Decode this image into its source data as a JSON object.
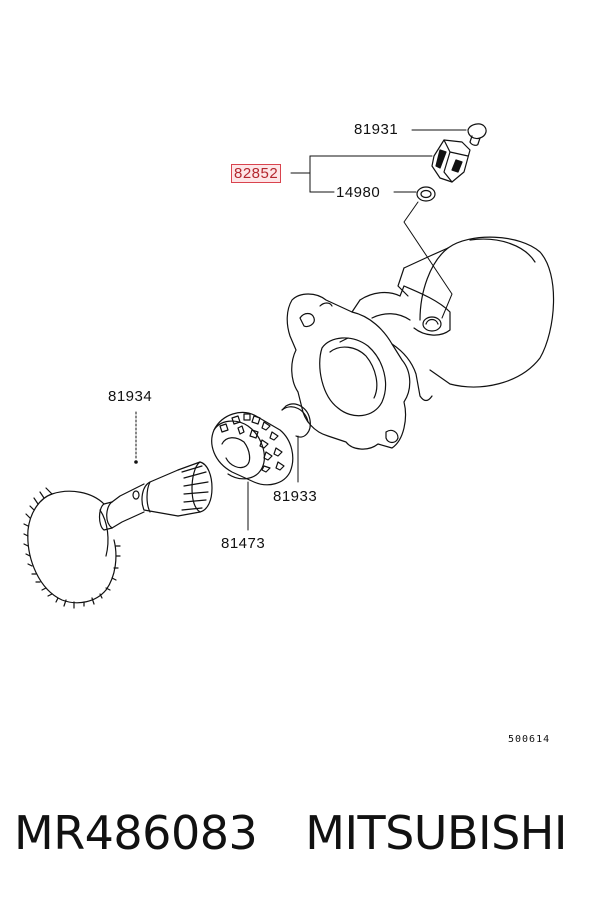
{
  "callouts": {
    "c81931": "81931",
    "c82852": "82852",
    "c14980": "14980",
    "c81934": "81934",
    "c81933": "81933",
    "c81473": "81473"
  },
  "ref_code": "500614",
  "caption": {
    "part_number": "MR486083",
    "brand": "MITSUBISHI"
  },
  "colors": {
    "line": "#111111",
    "highlight": "#d9434e",
    "highlight_fill": "#fde6e8"
  }
}
